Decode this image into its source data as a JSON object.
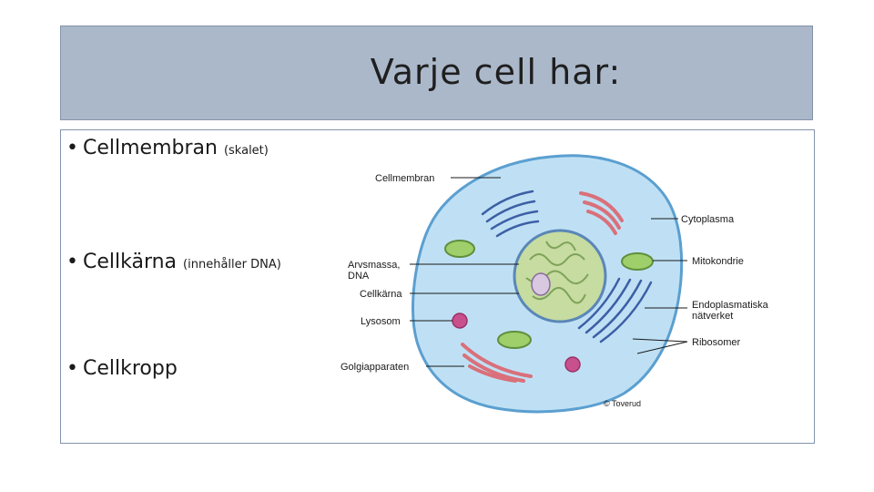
{
  "slide": {
    "title": "Varje cell har:",
    "bullets": [
      {
        "text": "Cellmembran",
        "note": "(skalet)"
      },
      {
        "text": "Cellkärna",
        "note": "(innehåller DNA)"
      },
      {
        "text": "Cellkropp",
        "note": ""
      }
    ]
  },
  "diagram": {
    "labels": {
      "cellmembran": "Cellmembran",
      "cytoplasma": "Cytoplasma",
      "arvsmassa_line1": "Arvsmassa,",
      "arvsmassa_line2": "DNA",
      "mitokondrie": "Mitokondrie",
      "cellkarna": "Cellkärna",
      "endoplasmatiska_line1": "Endoplasmatiska",
      "endoplasmatiska_line2": "nätverket",
      "lysosom": "Lysosom",
      "ribosomer": "Ribosomer",
      "golgiapparaten": "Golgiapparaten",
      "copyright": "© Toverud"
    },
    "colors": {
      "cytoplasm": "#bfe0f4",
      "membrane": "#5b9fd0",
      "nucleus": "#c6dca0",
      "organelle_red": "#d9707a",
      "mitochondria": "#9fcf6a",
      "er": "#3c5fa5",
      "lysosome": "#c8508c"
    }
  }
}
